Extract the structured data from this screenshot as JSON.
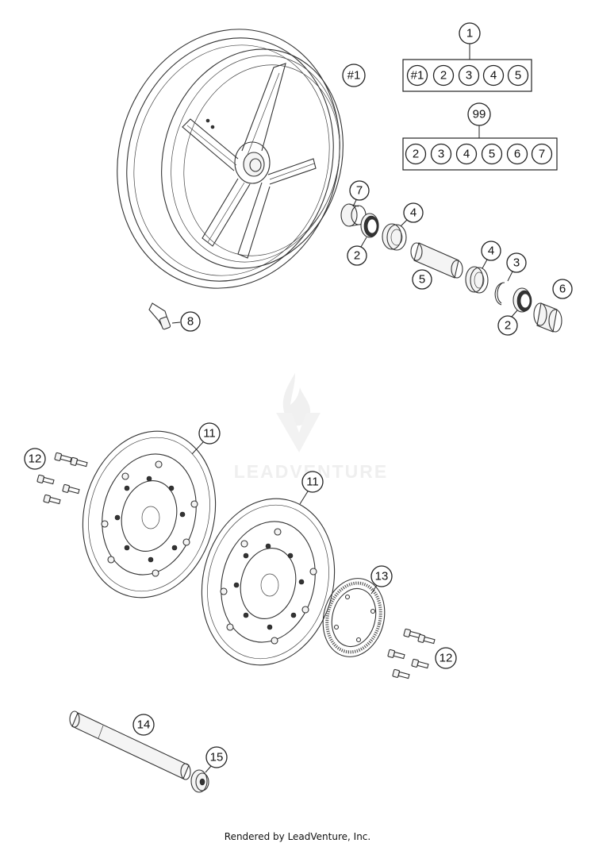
{
  "watermark": {
    "text": "LEADVENTURE"
  },
  "footer": {
    "text": "Rendered by LeadVenture, Inc."
  },
  "assembly_groups": {
    "group_1": {
      "label": "1",
      "items": [
        "#1",
        "2",
        "3",
        "4",
        "5"
      ]
    },
    "group_99": {
      "label": "99",
      "items": [
        "2",
        "3",
        "4",
        "5",
        "6",
        "7"
      ]
    }
  },
  "callouts": {
    "wheel": "#1",
    "dust_seal_7": "7",
    "bearing_4_top": "4",
    "seal_2_top": "2",
    "spacer_5": "5",
    "bearing_4_right": "4",
    "circlip_3": "3",
    "bushing_6": "6",
    "seal_2_bottom": "2",
    "valve_8": "8",
    "disc_11_left": "11",
    "disc_11_right": "11",
    "screws_12_left": "12",
    "screws_12_right": "12",
    "sensor_ring_13": "13",
    "axle_14": "14",
    "nut_15": "15"
  }
}
